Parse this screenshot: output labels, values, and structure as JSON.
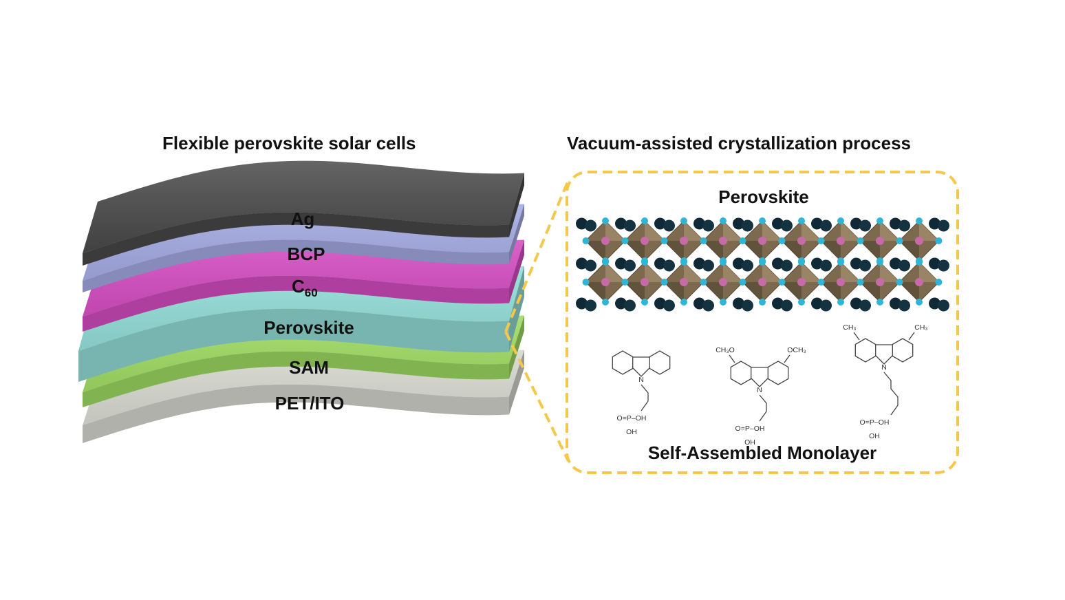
{
  "left_panel": {
    "title": "Flexible perovskite solar cells",
    "layers": [
      {
        "label": "Ag",
        "sub": "",
        "color": "#4a4a4a"
      },
      {
        "label": "BCP",
        "sub": "",
        "color": "#a8aee8"
      },
      {
        "label": "C",
        "sub": "60",
        "color": "#d94fc6"
      },
      {
        "label": "Perovskite",
        "sub": "",
        "color": "#96e2dc"
      },
      {
        "label": "SAM",
        "sub": "",
        "color": "#a3e065"
      },
      {
        "label": "PET/ITO",
        "sub": "",
        "color": "#dcddd4"
      }
    ]
  },
  "right_panel": {
    "title": "Vacuum-assisted crystallization process",
    "perovskite_label": "Perovskite",
    "sam_label": "Self-Assembled Monolayer",
    "frame_color": "#f5c84c",
    "molecules": [
      {
        "substituent": ""
      },
      {
        "substituent": "CH₃O",
        "substituent_right": "OCH₃"
      },
      {
        "substituent": "CH₃",
        "substituent_right": "CH₃"
      }
    ],
    "chem_labels": {
      "nitrogen": "N",
      "phosphonic": "O=P–OH",
      "hydroxyl": "OH"
    }
  }
}
